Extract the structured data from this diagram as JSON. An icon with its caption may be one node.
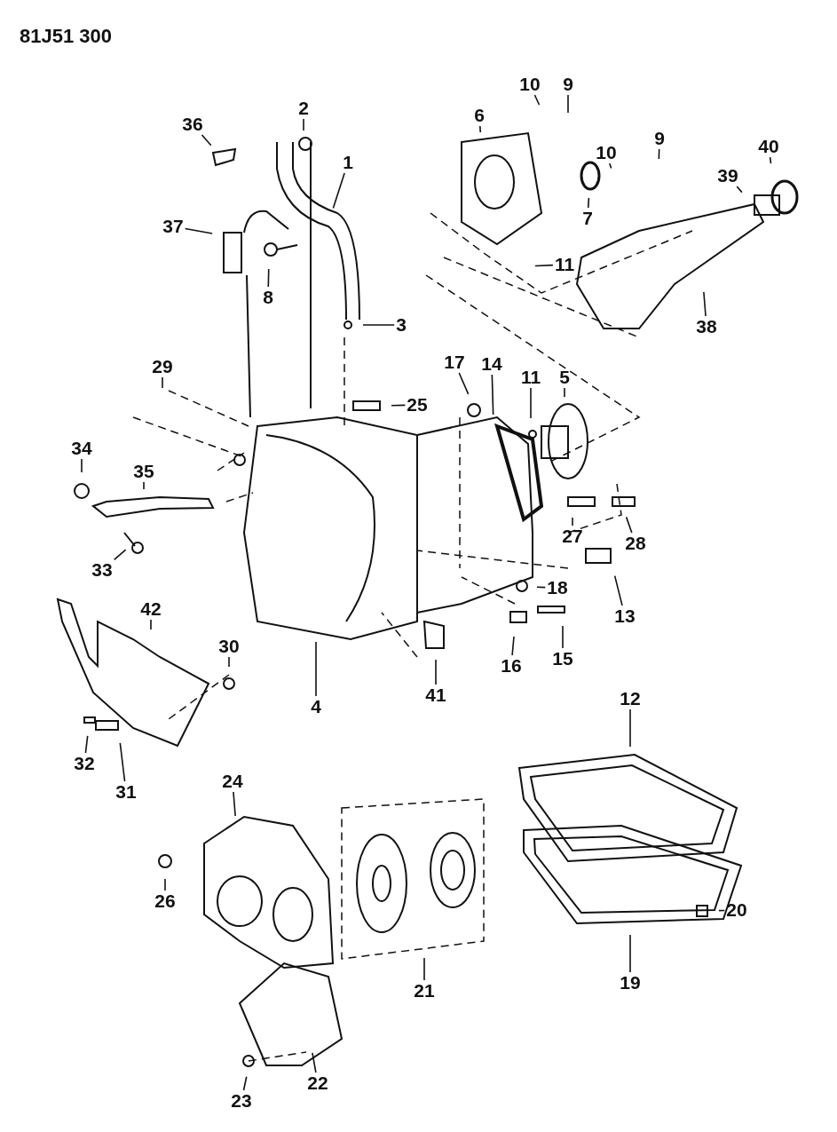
{
  "diagram": {
    "nodes": [
      {
        "text": [
          "10"
        ]
      },
      {
        "text": [
          "9"
        ]
      },
      {
        "text": [
          "2"
        ]
      },
      {
        "text": [
          "6"
        ]
      },
      {
        "text": [
          "36"
        ]
      },
      {
        "text": [
          "9"
        ]
      },
      {
        "text": [
          "40"
        ]
      },
      {
        "text": [
          "10"
        ]
      },
      {
        "text": [
          "1"
        ]
      },
      {
        "text": [
          "39"
        ]
      },
      {
        "text": [
          "7"
        ]
      },
      {
        "text": [
          "37"
        ]
      },
      {
        "text": [
          "11"
        ]
      },
      {
        "text": [
          "8"
        ]
      },
      {
        "text": [
          "3"
        ]
      },
      {
        "text": [
          "38"
        ]
      },
      {
        "text": [
          "17"
        ]
      },
      {
        "text": [
          "14"
        ]
      },
      {
        "text": [
          "29"
        ]
      },
      {
        "text": [
          "11"
        ]
      },
      {
        "text": [
          "5"
        ]
      },
      {
        "text": [
          "25"
        ]
      },
      {
        "text": [
          "34"
        ]
      },
      {
        "text": [
          "35"
        ]
      },
      {
        "text": [
          "27"
        ]
      },
      {
        "text": [
          "28"
        ]
      },
      {
        "text": [
          "33"
        ]
      },
      {
        "text": [
          "18"
        ]
      },
      {
        "text": [
          "13"
        ]
      },
      {
        "text": [
          "42"
        ]
      },
      {
        "text": [
          "15"
        ]
      },
      {
        "text": [
          "30"
        ]
      },
      {
        "text": [
          "16"
        ]
      },
      {
        "text": [
          "41"
        ]
      },
      {
        "text": [
          "12"
        ]
      },
      {
        "text": [
          "4"
        ]
      },
      {
        "text": [
          "32"
        ]
      },
      {
        "text": [
          "31"
        ]
      },
      {
        "text": [
          "24"
        ]
      },
      {
        "text": [
          "26"
        ]
      },
      {
        "text": [
          "20"
        ]
      },
      {
        "text": [
          "19"
        ]
      },
      {
        "text": [
          "21"
        ]
      },
      {
        "text": [
          "22"
        ]
      },
      {
        "text": [
          "23"
        ]
      }
    ],
    "edges": [
      {
        "from": 0,
        "to": null,
        "arrow": "none"
      },
      {
        "from": 1,
        "to": null,
        "arrow": "none"
      },
      {
        "from": 2,
        "to": null,
        "arrow": "none"
      },
      {
        "from": 3,
        "to": null,
        "arrow": "none"
      },
      {
        "from": 4,
        "to": null,
        "arrow": "none"
      },
      {
        "from": 5,
        "to": null,
        "arrow": "none"
      },
      {
        "from": 6,
        "to": null,
        "arrow": "none"
      },
      {
        "from": 7,
        "to": null,
        "arrow": "none"
      },
      {
        "from": 8,
        "to": null,
        "arrow": "none"
      },
      {
        "from": 9,
        "to": null,
        "arrow": "none"
      },
      {
        "from": 10,
        "to": null,
        "arrow": "none"
      },
      {
        "from": 11,
        "to": null,
        "arrow": "none"
      },
      {
        "from": 12,
        "to": null,
        "arrow": "none"
      },
      {
        "from": 13,
        "to": null,
        "arrow": "none"
      },
      {
        "from": 14,
        "to": null,
        "arrow": "none"
      },
      {
        "from": 15,
        "to": null,
        "arrow": "none"
      },
      {
        "from": 16,
        "to": null,
        "arrow": "none"
      },
      {
        "from": 17,
        "to": null,
        "arrow": "none"
      },
      {
        "from": 18,
        "to": null,
        "arrow": "none"
      },
      {
        "from": 19,
        "to": null,
        "arrow": "none"
      },
      {
        "from": 20,
        "to": null,
        "arrow": "none"
      },
      {
        "from": 21,
        "to": null,
        "arrow": "none"
      },
      {
        "from": 22,
        "to": null,
        "arrow": "none"
      },
      {
        "from": 23,
        "to": null,
        "arrow": "none"
      },
      {
        "from": 24,
        "to": null,
        "arrow": "none"
      },
      {
        "from": 25,
        "to": null,
        "arrow": "none"
      },
      {
        "from": 26,
        "to": null,
        "arrow": "none"
      },
      {
        "from": 27,
        "to": null,
        "arrow": "none"
      },
      {
        "from": 28,
        "to": null,
        "arrow": "none"
      },
      {
        "from": 29,
        "to": null,
        "arrow": "none"
      },
      {
        "from": 30,
        "to": null,
        "arrow": "none"
      },
      {
        "from": 31,
        "to": null,
        "arrow": "none"
      },
      {
        "from": 32,
        "to": null,
        "arrow": "none"
      },
      {
        "from": 33,
        "to": null,
        "arrow": "none"
      },
      {
        "from": 34,
        "to": null,
        "arrow": "none"
      },
      {
        "from": 35,
        "to": null,
        "arrow": "none"
      },
      {
        "from": 36,
        "to": null,
        "arrow": "none"
      },
      {
        "from": 37,
        "to": null,
        "arrow": "none"
      },
      {
        "from": 38,
        "to": null,
        "arrow": "none"
      },
      {
        "from": 39,
        "to": null,
        "arrow": "none"
      },
      {
        "from": 40,
        "to": null,
        "arrow": "none"
      },
      {
        "from": 41,
        "to": null,
        "arrow": "none"
      },
      {
        "from": 42,
        "to": null,
        "arrow": "none"
      },
      {
        "from": 43,
        "to": null,
        "arrow": "none"
      },
      {
        "from": 44,
        "to": null,
        "arrow": "none"
      }
    ],
    "labels": [
      "81J51 300"
    ]
  }
}
